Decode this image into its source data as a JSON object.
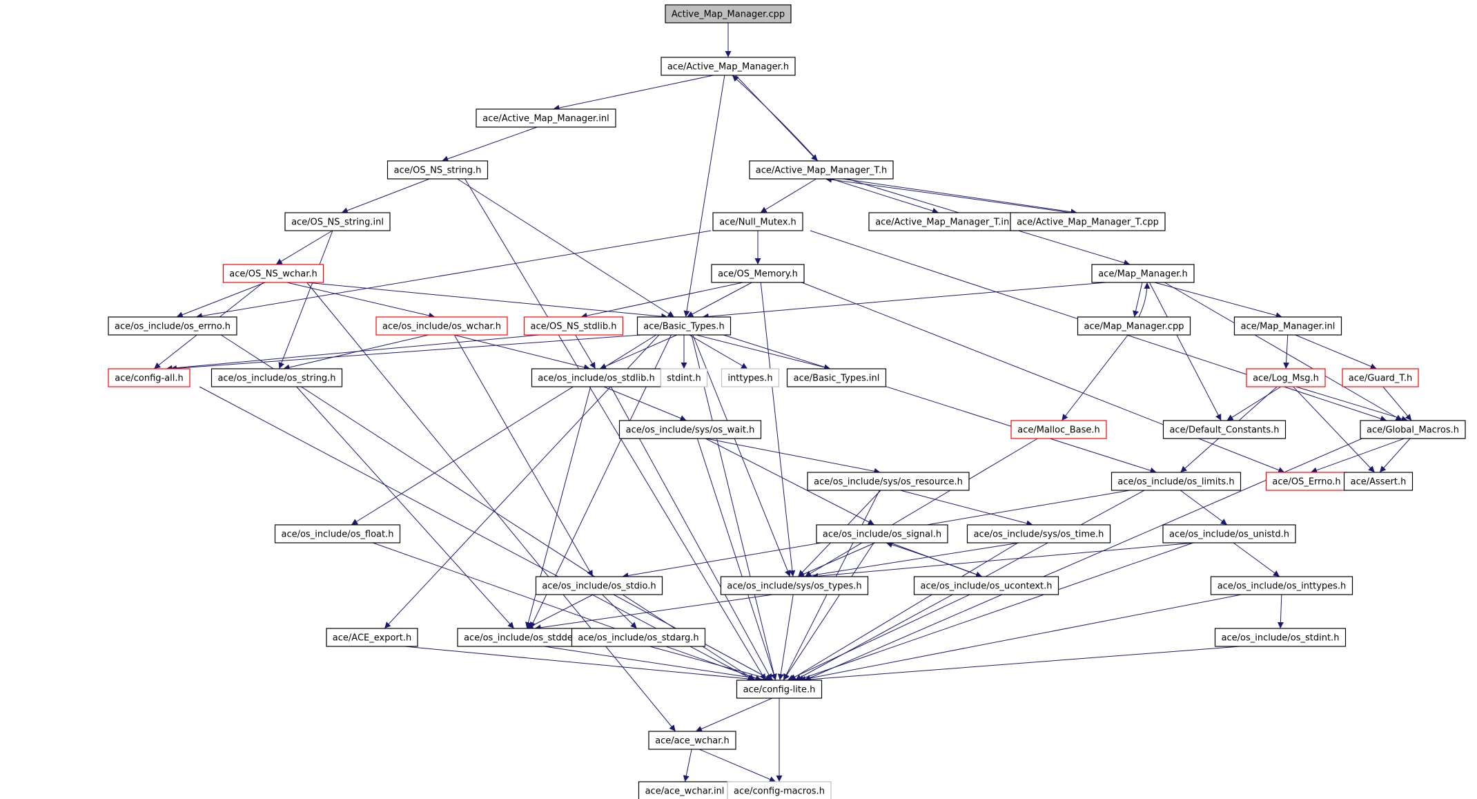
{
  "graph": {
    "edge_color": "#191970",
    "root_fill": "#bfbfbf",
    "nodes": [
      {
        "id": "root",
        "label": "Active_Map_Manager.cpp",
        "style": "root"
      },
      {
        "id": "amm_h",
        "label": "ace/Active_Map_Manager.h",
        "style": "black"
      },
      {
        "id": "amm_inl",
        "label": "ace/Active_Map_Manager.inl",
        "style": "black"
      },
      {
        "id": "os_ns_string_h",
        "label": "ace/OS_NS_string.h",
        "style": "black"
      },
      {
        "id": "ammt_h",
        "label": "ace/Active_Map_Manager_T.h",
        "style": "black"
      },
      {
        "id": "os_ns_string_inl",
        "label": "ace/OS_NS_string.inl",
        "style": "black"
      },
      {
        "id": "null_mutex_h",
        "label": "ace/Null_Mutex.h",
        "style": "black"
      },
      {
        "id": "ammt_inl",
        "label": "ace/Active_Map_Manager_T.inl",
        "style": "black"
      },
      {
        "id": "ammt_cpp",
        "label": "ace/Active_Map_Manager_T.cpp",
        "style": "black"
      },
      {
        "id": "os_ns_wchar_h",
        "label": "ace/OS_NS_wchar.h",
        "style": "red"
      },
      {
        "id": "os_memory_h",
        "label": "ace/OS_Memory.h",
        "style": "black"
      },
      {
        "id": "map_manager_h",
        "label": "ace/Map_Manager.h",
        "style": "black"
      },
      {
        "id": "os_errno_h",
        "label": "ace/os_include/os_errno.h",
        "style": "black"
      },
      {
        "id": "os_wchar_h",
        "label": "ace/os_include/os_wchar.h",
        "style": "red"
      },
      {
        "id": "os_ns_stdlib_h",
        "label": "ace/OS_NS_stdlib.h",
        "style": "red"
      },
      {
        "id": "basic_types_h",
        "label": "ace/Basic_Types.h",
        "style": "black"
      },
      {
        "id": "map_manager_cpp",
        "label": "ace/Map_Manager.cpp",
        "style": "black"
      },
      {
        "id": "map_manager_inl",
        "label": "ace/Map_Manager.inl",
        "style": "black"
      },
      {
        "id": "config_all_h",
        "label": "ace/config-all.h",
        "style": "red"
      },
      {
        "id": "os_string_h",
        "label": "ace/os_include/os_string.h",
        "style": "black"
      },
      {
        "id": "os_stdlib_h",
        "label": "ace/os_include/os_stdlib.h",
        "style": "black"
      },
      {
        "id": "stdint_h",
        "label": "stdint.h",
        "style": "gray"
      },
      {
        "id": "inttypes_h",
        "label": "inttypes.h",
        "style": "gray"
      },
      {
        "id": "basic_types_inl",
        "label": "ace/Basic_Types.inl",
        "style": "black"
      },
      {
        "id": "log_msg_h",
        "label": "ace/Log_Msg.h",
        "style": "red"
      },
      {
        "id": "guard_t_h",
        "label": "ace/Guard_T.h",
        "style": "red"
      },
      {
        "id": "os_wait_h",
        "label": "ace/os_include/sys/os_wait.h",
        "style": "black"
      },
      {
        "id": "malloc_base_h",
        "label": "ace/Malloc_Base.h",
        "style": "red"
      },
      {
        "id": "default_constants_h",
        "label": "ace/Default_Constants.h",
        "style": "black"
      },
      {
        "id": "global_macros_h",
        "label": "ace/Global_Macros.h",
        "style": "black"
      },
      {
        "id": "os_resource_h",
        "label": "ace/os_include/sys/os_resource.h",
        "style": "black"
      },
      {
        "id": "os_limits_h",
        "label": "ace/os_include/os_limits.h",
        "style": "black"
      },
      {
        "id": "os_errno_red_h",
        "label": "ace/OS_Errno.h",
        "style": "red"
      },
      {
        "id": "assert_h",
        "label": "ace/Assert.h",
        "style": "black"
      },
      {
        "id": "os_float_h",
        "label": "ace/os_include/os_float.h",
        "style": "black"
      },
      {
        "id": "os_signal_h",
        "label": "ace/os_include/os_signal.h",
        "style": "black"
      },
      {
        "id": "os_time_h",
        "label": "ace/os_include/sys/os_time.h",
        "style": "black"
      },
      {
        "id": "os_unistd_h",
        "label": "ace/os_include/os_unistd.h",
        "style": "black"
      },
      {
        "id": "os_stdio_h",
        "label": "ace/os_include/os_stdio.h",
        "style": "black"
      },
      {
        "id": "os_types_h",
        "label": "ace/os_include/sys/os_types.h",
        "style": "black"
      },
      {
        "id": "os_ucontext_h",
        "label": "ace/os_include/os_ucontext.h",
        "style": "black"
      },
      {
        "id": "os_inttypes_h",
        "label": "ace/os_include/os_inttypes.h",
        "style": "black"
      },
      {
        "id": "ace_export_h",
        "label": "ace/ACE_export.h",
        "style": "black"
      },
      {
        "id": "os_stddef_h",
        "label": "ace/os_include/os_stddef.h",
        "style": "black"
      },
      {
        "id": "os_stdarg_h",
        "label": "ace/os_include/os_stdarg.h",
        "style": "black"
      },
      {
        "id": "os_stdint_h",
        "label": "ace/os_include/os_stdint.h",
        "style": "black"
      },
      {
        "id": "config_lite_h",
        "label": "ace/config-lite.h",
        "style": "black"
      },
      {
        "id": "ace_wchar_h",
        "label": "ace/ace_wchar.h",
        "style": "black"
      },
      {
        "id": "ace_wchar_inl",
        "label": "ace/ace_wchar.inl",
        "style": "black"
      },
      {
        "id": "config_macros_h",
        "label": "ace/config-macros.h",
        "style": "gray"
      }
    ],
    "edges": [
      [
        "root",
        "amm_h"
      ],
      [
        "amm_h",
        "amm_inl"
      ],
      [
        "amm_h",
        "ammt_h"
      ],
      [
        "amm_h",
        "basic_types_h"
      ],
      [
        "amm_inl",
        "os_ns_string_h"
      ],
      [
        "os_ns_string_h",
        "os_ns_string_inl"
      ],
      [
        "os_ns_string_h",
        "basic_types_h"
      ],
      [
        "os_ns_string_h",
        "config_lite_h"
      ],
      [
        "ammt_h",
        "amm_h"
      ],
      [
        "ammt_h",
        "null_mutex_h"
      ],
      [
        "ammt_h",
        "ammt_inl"
      ],
      [
        "ammt_h",
        "ammt_cpp"
      ],
      [
        "ammt_h",
        "map_manager_h"
      ],
      [
        "ammt_cpp",
        "ammt_h"
      ],
      [
        "os_ns_string_inl",
        "os_ns_wchar_h"
      ],
      [
        "os_ns_string_inl",
        "os_string_h"
      ],
      [
        "null_mutex_h",
        "os_memory_h"
      ],
      [
        "null_mutex_h",
        "os_errno_h"
      ],
      [
        "null_mutex_h",
        "global_macros_h"
      ],
      [
        "os_ns_wchar_h",
        "os_errno_h"
      ],
      [
        "os_ns_wchar_h",
        "os_wchar_h"
      ],
      [
        "os_ns_wchar_h",
        "basic_types_h"
      ],
      [
        "os_ns_wchar_h",
        "config_all_h"
      ],
      [
        "os_ns_wchar_h",
        "ace_wchar_h"
      ],
      [
        "os_memory_h",
        "os_ns_stdlib_h"
      ],
      [
        "os_memory_h",
        "basic_types_h"
      ],
      [
        "os_memory_h",
        "os_errno_red_h"
      ],
      [
        "os_memory_h",
        "os_types_h"
      ],
      [
        "map_manager_h",
        "basic_types_h"
      ],
      [
        "map_manager_h",
        "map_manager_cpp"
      ],
      [
        "map_manager_h",
        "map_manager_inl"
      ],
      [
        "map_manager_h",
        "default_constants_h"
      ],
      [
        "map_manager_h",
        "global_macros_h"
      ],
      [
        "map_manager_cpp",
        "map_manager_h"
      ],
      [
        "map_manager_cpp",
        "malloc_base_h"
      ],
      [
        "map_manager_inl",
        "log_msg_h"
      ],
      [
        "map_manager_inl",
        "guard_t_h"
      ],
      [
        "os_errno_h",
        "config_lite_h"
      ],
      [
        "os_wchar_h",
        "os_string_h"
      ],
      [
        "os_wchar_h",
        "os_stdlib_h"
      ],
      [
        "os_wchar_h",
        "os_stdio_h"
      ],
      [
        "os_ns_stdlib_h",
        "config_all_h"
      ],
      [
        "os_ns_stdlib_h",
        "os_stdlib_h"
      ],
      [
        "basic_types_h",
        "config_all_h"
      ],
      [
        "basic_types_h",
        "os_stdlib_h"
      ],
      [
        "basic_types_h",
        "stdint_h"
      ],
      [
        "basic_types_h",
        "inttypes_h"
      ],
      [
        "basic_types_h",
        "basic_types_inl"
      ],
      [
        "basic_types_h",
        "os_limits_h"
      ],
      [
        "basic_types_h",
        "os_float_h"
      ],
      [
        "basic_types_h",
        "ace_export_h"
      ],
      [
        "basic_types_h",
        "os_stddef_h"
      ],
      [
        "basic_types_h",
        "config_lite_h"
      ],
      [
        "basic_types_h",
        "os_types_h"
      ],
      [
        "config_all_h",
        "config_lite_h"
      ],
      [
        "os_string_h",
        "os_stddef_h"
      ],
      [
        "os_stdlib_h",
        "os_wait_h"
      ],
      [
        "os_stdlib_h",
        "os_stddef_h"
      ],
      [
        "os_stdlib_h",
        "config_lite_h"
      ],
      [
        "log_msg_h",
        "default_constants_h"
      ],
      [
        "log_msg_h",
        "global_macros_h"
      ],
      [
        "log_msg_h",
        "os_limits_h"
      ],
      [
        "log_msg_h",
        "assert_h"
      ],
      [
        "guard_t_h",
        "global_macros_h"
      ],
      [
        "os_wait_h",
        "os_resource_h"
      ],
      [
        "os_wait_h",
        "os_signal_h"
      ],
      [
        "os_wait_h",
        "config_lite_h"
      ],
      [
        "malloc_base_h",
        "os_types_h"
      ],
      [
        "global_macros_h",
        "os_errno_red_h"
      ],
      [
        "global_macros_h",
        "assert_h"
      ],
      [
        "global_macros_h",
        "config_lite_h"
      ],
      [
        "os_resource_h",
        "os_time_h"
      ],
      [
        "os_resource_h",
        "os_types_h"
      ],
      [
        "os_resource_h",
        "config_lite_h"
      ],
      [
        "os_limits_h",
        "os_unistd_h"
      ],
      [
        "os_limits_h",
        "os_stdio_h"
      ],
      [
        "os_limits_h",
        "config_lite_h"
      ],
      [
        "os_float_h",
        "config_lite_h"
      ],
      [
        "os_signal_h",
        "os_types_h"
      ],
      [
        "os_signal_h",
        "os_ucontext_h"
      ],
      [
        "os_signal_h",
        "config_lite_h"
      ],
      [
        "os_time_h",
        "os_types_h"
      ],
      [
        "os_time_h",
        "config_lite_h"
      ],
      [
        "os_unistd_h",
        "os_inttypes_h"
      ],
      [
        "os_unistd_h",
        "os_types_h"
      ],
      [
        "os_unistd_h",
        "config_lite_h"
      ],
      [
        "os_stdio_h",
        "os_stddef_h"
      ],
      [
        "os_stdio_h",
        "os_stdarg_h"
      ],
      [
        "os_stdio_h",
        "config_lite_h"
      ],
      [
        "os_types_h",
        "os_stddef_h"
      ],
      [
        "os_types_h",
        "config_lite_h"
      ],
      [
        "os_ucontext_h",
        "os_signal_h"
      ],
      [
        "os_ucontext_h",
        "config_lite_h"
      ],
      [
        "os_inttypes_h",
        "os_stdint_h"
      ],
      [
        "os_inttypes_h",
        "config_lite_h"
      ],
      [
        "ace_export_h",
        "config_lite_h"
      ],
      [
        "os_stddef_h",
        "config_lite_h"
      ],
      [
        "os_stdarg_h",
        "config_lite_h"
      ],
      [
        "os_stdint_h",
        "config_lite_h"
      ],
      [
        "config_lite_h",
        "ace_wchar_h"
      ],
      [
        "config_lite_h",
        "config_macros_h"
      ],
      [
        "ace_wchar_h",
        "ace_wchar_inl"
      ],
      [
        "ace_wchar_h",
        "config_macros_h"
      ]
    ]
  }
}
